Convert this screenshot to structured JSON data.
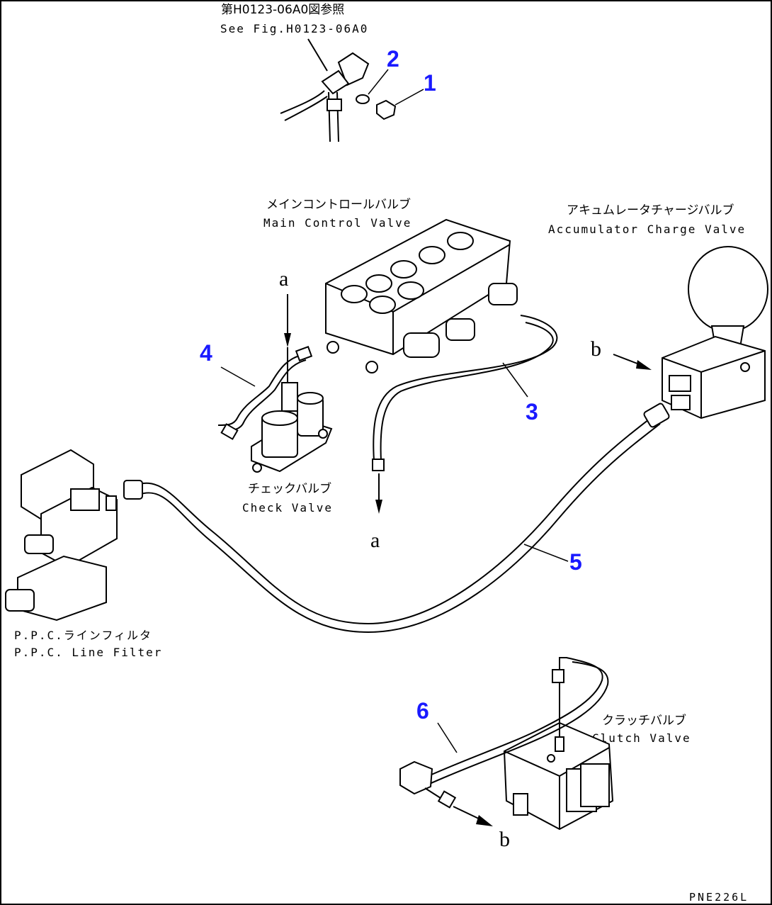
{
  "reference": {
    "jp": "第H0123-06A0図参照",
    "en": "See Fig.H0123-06A0"
  },
  "components": {
    "main_control_valve": {
      "jp": "メインコントロールバルブ",
      "en": "Main Control Valve"
    },
    "accumulator_charge_valve": {
      "jp": "アキュムレータチャージバルブ",
      "en": "Accumulator Charge Valve"
    },
    "check_valve": {
      "jp": "チェックバルブ",
      "en": "Check Valve"
    },
    "ppc_line_filter": {
      "jp": "P.P.C.ラインフィルタ",
      "en": "P.P.C. Line Filter"
    },
    "clutch_valve": {
      "jp": "クラッチバルブ",
      "en": "Clutch Valve"
    }
  },
  "callouts": [
    "1",
    "2",
    "3",
    "4",
    "5",
    "6"
  ],
  "connectors": {
    "a": "a",
    "b": "b"
  },
  "part_number": "PNE226L"
}
